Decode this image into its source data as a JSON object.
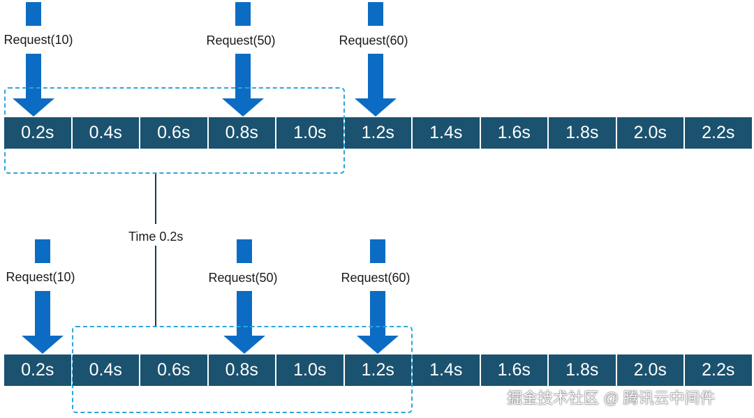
{
  "top": {
    "requests": [
      {
        "label": "Request(10)",
        "slot": "0.2s"
      },
      {
        "label": "Request(50)",
        "slot": "0.8s"
      },
      {
        "label": "Request(60)",
        "slot": "1.2s"
      }
    ],
    "cells": [
      "0.2s",
      "0.4s",
      "0.6s",
      "0.8s",
      "1.0s",
      "1.2s",
      "1.4s",
      "1.6s",
      "1.8s",
      "2.0s",
      "2.2s"
    ]
  },
  "bottom": {
    "requests": [
      {
        "label": "Request(10)",
        "slot": "0.2s"
      },
      {
        "label": "Request(50)",
        "slot": "0.8s"
      },
      {
        "label": "Request(60)",
        "slot": "1.2s"
      }
    ],
    "cells": [
      "0.2s",
      "0.4s",
      "0.6s",
      "0.8s",
      "1.0s",
      "1.2s",
      "1.4s",
      "1.6s",
      "1.8s",
      "2.0s",
      "2.2s"
    ]
  },
  "time_step_label": "Time 0.2s",
  "watermark": "掘金技术社区 @ 腾讯云中间件",
  "colors": {
    "cell": "#1b526f",
    "arrow": "#0c6cc4",
    "window": "#2da5dc"
  }
}
